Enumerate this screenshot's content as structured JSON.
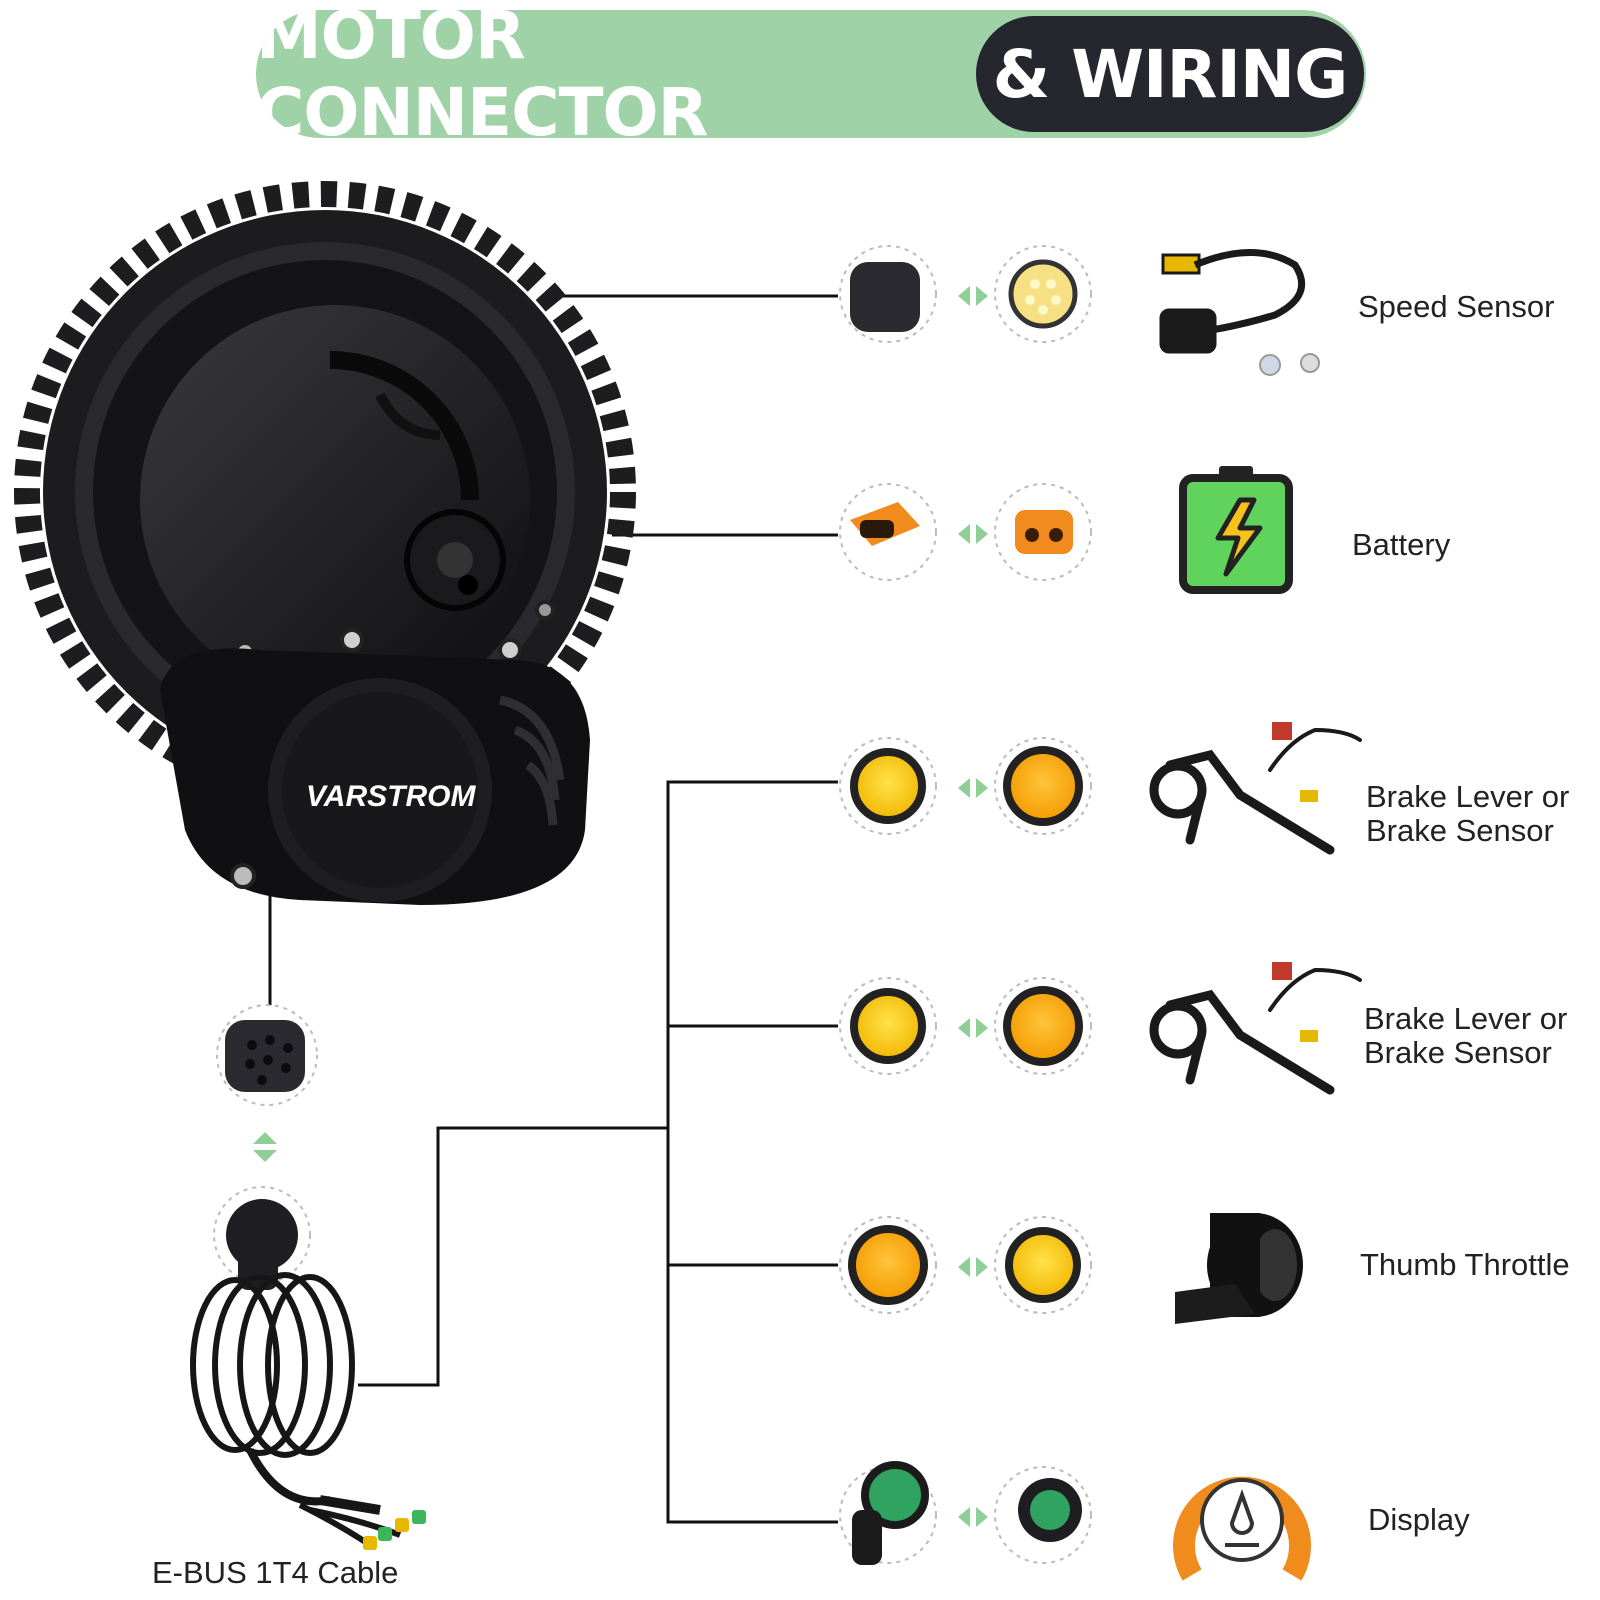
{
  "banner": {
    "title_left": "MOTOR CONNECTOR",
    "title_right": "& WIRING",
    "colors": {
      "green": "#9fd2a6",
      "dark": "#26262e"
    }
  },
  "motor": {
    "brand": "VARSTROM"
  },
  "connections": [
    {
      "id": "speed-sensor",
      "label": "Speed Sensor"
    },
    {
      "id": "battery",
      "label": "Battery"
    },
    {
      "id": "brake-1",
      "label_line1": "Brake Lever or",
      "label_line2": "Brake Sensor"
    },
    {
      "id": "brake-2",
      "label_line1": "Brake Lever or",
      "label_line2": "Brake Sensor"
    },
    {
      "id": "thumb-throttle",
      "label": "Thumb Throttle"
    },
    {
      "id": "display",
      "label": "Display"
    }
  ],
  "cable": {
    "label": "E-BUS 1T4 Cable"
  },
  "icons": [
    "motor-icon",
    "connector-icon",
    "arrow-icon",
    "speed-sensor-icon",
    "battery-icon",
    "brake-lever-icon",
    "thumb-throttle-icon",
    "display-icon",
    "cable-coil-icon"
  ]
}
